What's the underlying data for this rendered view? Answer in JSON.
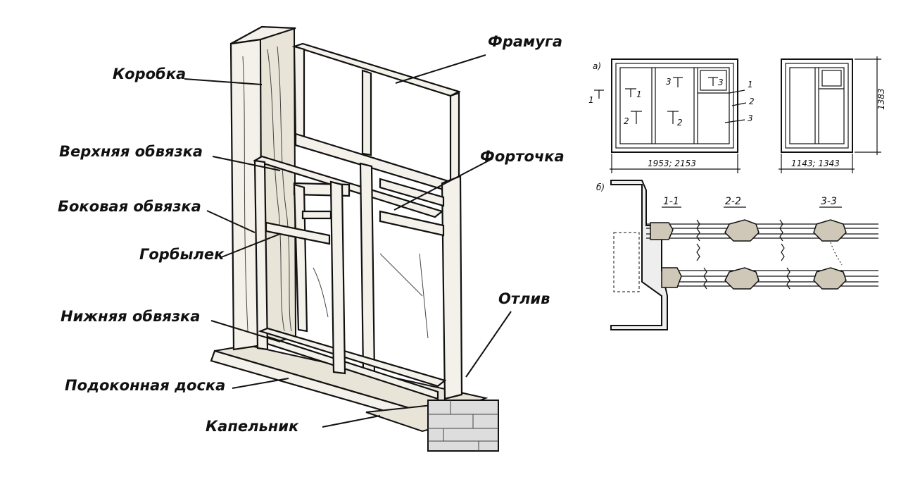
{
  "labels": {
    "korobka": "Коробка",
    "framuga": "Фрамуга",
    "verkhnyaya": "Верхняя обвязка",
    "fortochka": "Форточка",
    "bokovaya": "Боковая обвязка",
    "gorbylek": "Горбылек",
    "otliv": "Отлив",
    "nizhnyaya": "Нижняя обвязка",
    "podokonnaya": "Подоконная доска",
    "kapelnik": "Капельник"
  },
  "plan": {
    "a_label": "а)",
    "b_label": "б)",
    "width_dim_1": "1953; 2153",
    "width_dim_2": "1143; 1343",
    "height_dim": "1383",
    "mark_1": "1",
    "mark_2": "2",
    "mark_3": "3",
    "callout_1": "1",
    "callout_2": "2",
    "callout_3": "3",
    "section_1": "1-1",
    "section_2": "2-2",
    "section_3": "3-3"
  }
}
